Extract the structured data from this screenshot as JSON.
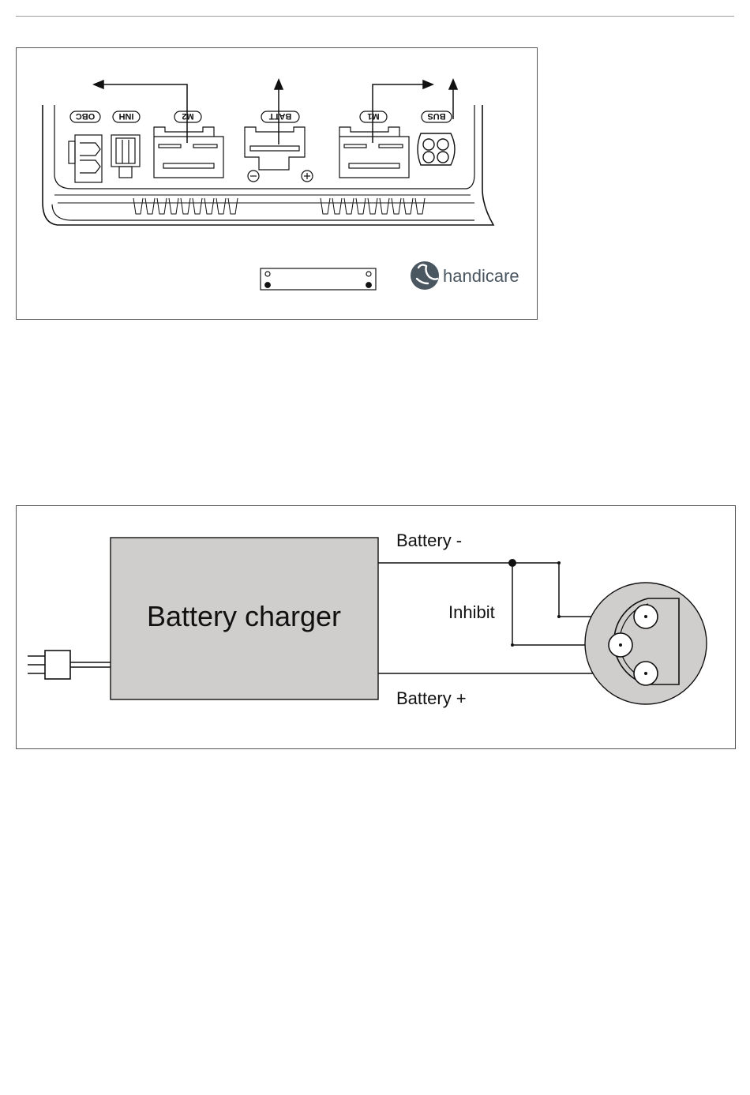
{
  "connector_panel": {
    "ports": [
      "OBC",
      "INH",
      "M2",
      "BATT",
      "M1",
      "BUS"
    ],
    "polarity": {
      "negative": "⊖",
      "positive": "⊕"
    },
    "brand": {
      "name": "handicare",
      "color": "#4a5660",
      "icon": "handicare-logo-icon"
    }
  },
  "wiring_panel": {
    "charger_label": "Battery charger",
    "charger_color": "#d0cdcd",
    "wire_labels": {
      "battery_minus": "Battery -",
      "inhibit": "Inhibit",
      "battery_plus": "Battery +"
    },
    "icons": [
      "plug-icon",
      "socket-icon"
    ]
  }
}
